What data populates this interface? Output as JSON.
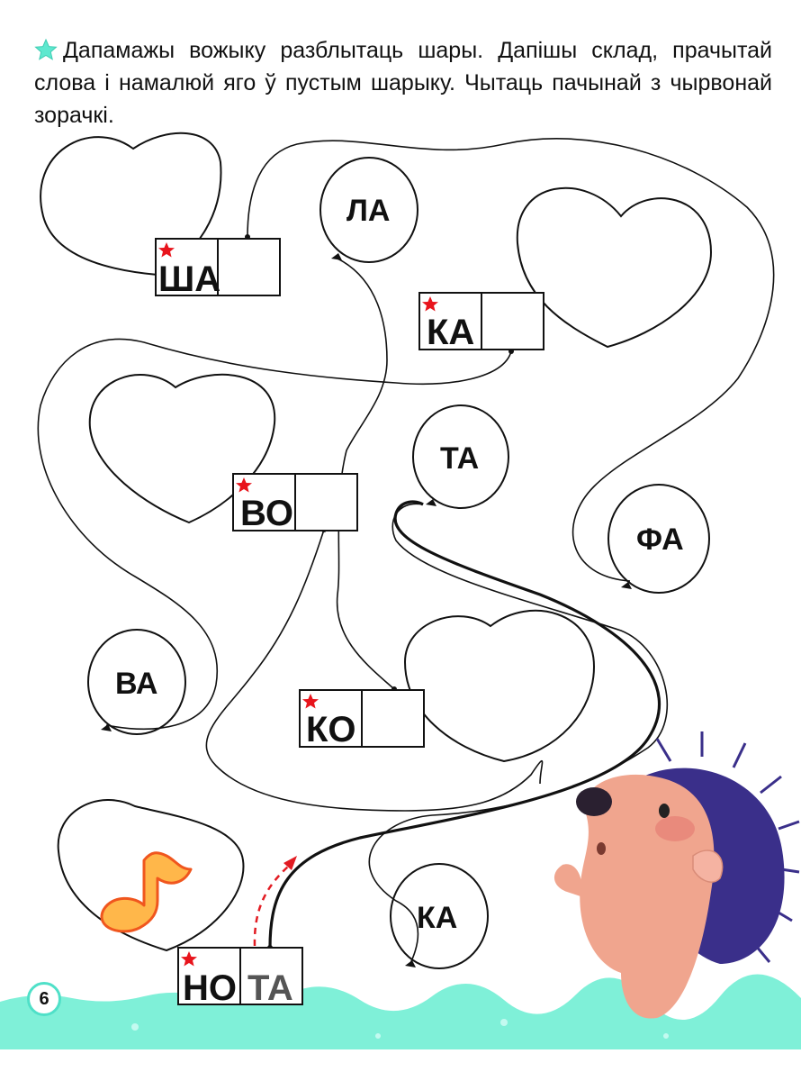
{
  "instruction": {
    "text": "Дапамажы вожыку разблытаць шары. Дапішы склад, прачытай слова і намалюй яго ў пустым шарыку. Чытаць пачынай з чырвонай зорачкі.",
    "bullet_icon": "star-icon",
    "bullet_color": "#5ee8cf"
  },
  "balloons": [
    {
      "syllable": "ЛА"
    },
    {
      "syllable": "ТА"
    },
    {
      "syllable": "ФА"
    },
    {
      "syllable": "ВА"
    },
    {
      "syllable": "КА"
    }
  ],
  "word_boxes": [
    {
      "first": "ША",
      "second": ""
    },
    {
      "first": "КА",
      "second": ""
    },
    {
      "first": "ВО",
      "second": ""
    },
    {
      "first": "КО",
      "second": ""
    },
    {
      "first": "НО",
      "second": "ТА"
    }
  ],
  "example_drawing_icon": "music-note-icon",
  "page_number": "6",
  "colors": {
    "star_red": "#e8141c",
    "grass": "#7ff0d8",
    "note_fill": "#ffb74a",
    "note_outline": "#f0561e",
    "arrow_red": "#e21b22",
    "hedgehog_body": "#f0a58e",
    "hedgehog_spines": "#3a2f8a"
  },
  "illustration": "hedgehog-icon"
}
